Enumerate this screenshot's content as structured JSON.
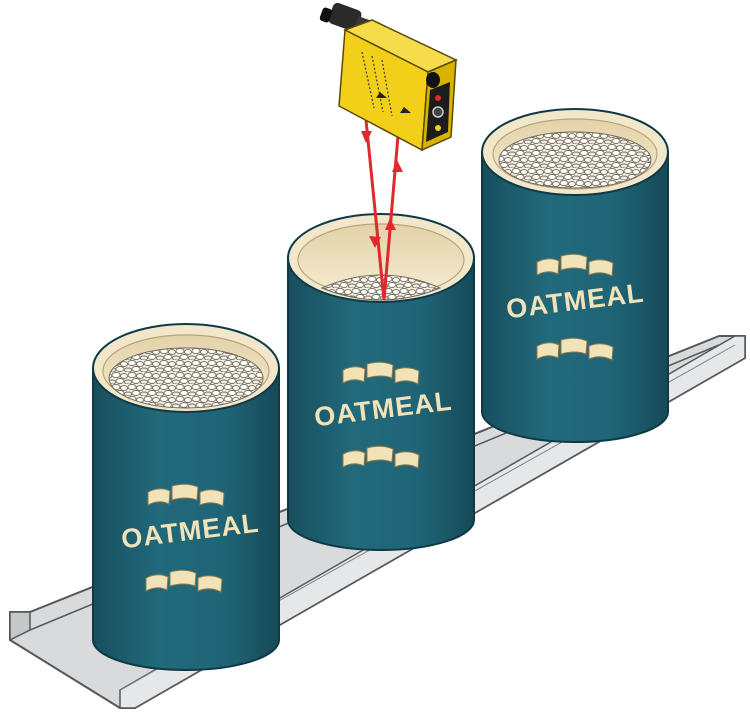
{
  "cans": [
    {
      "label": "OATMEAL"
    },
    {
      "label": "OATMEAL"
    },
    {
      "label": "OATMEAL"
    }
  ],
  "colors": {
    "can_body": "#1f6577",
    "can_body_dark": "#174f5e",
    "can_inner": "#f1e4c5",
    "label_text": "#f2e2b8",
    "sensor_body": "#f2cf18",
    "sensor_dark": "#1c1c1c",
    "beam": "#e0282d",
    "conveyor": "#d9dadc",
    "conveyor_edge": "#55585c"
  },
  "icons": {
    "sensor": "photoelectric-sensor-icon",
    "beam": "laser-beam-icon"
  }
}
